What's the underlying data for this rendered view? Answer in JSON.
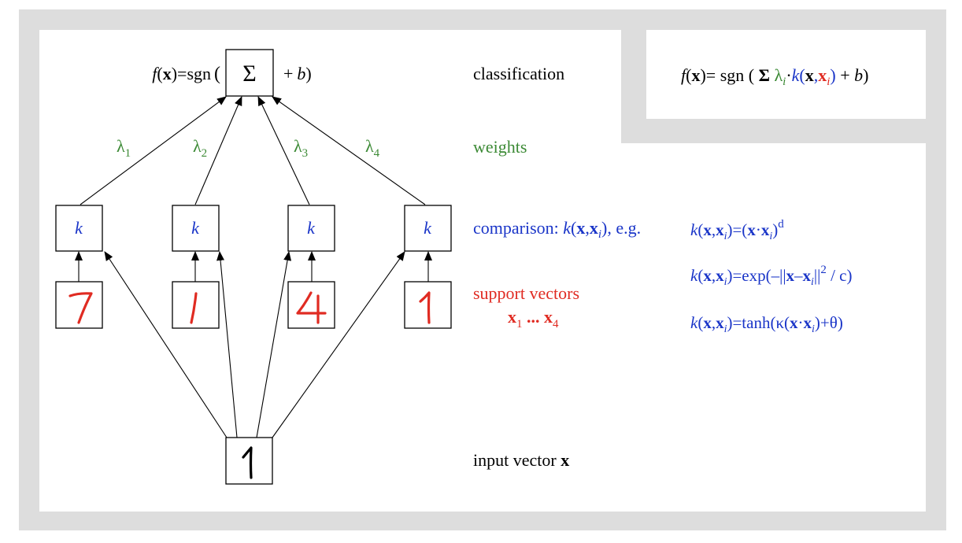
{
  "colors": {
    "background": "#dddddd",
    "panel": "#ffffff",
    "black": "#000000",
    "blue": "#1a35c8",
    "green": "#3c8a35",
    "red": "#e02b22"
  },
  "output_node": {
    "symbol": "Σ",
    "prefix_f": "f",
    "prefix_paren_open": "(",
    "prefix_x": "x",
    "prefix_paren_close": ")",
    "prefix_eq_sgn": "=sgn",
    "prefix_paren": "(",
    "suffix_plus": "+",
    "suffix_b": "b",
    "suffix_paren": ")"
  },
  "weights": [
    {
      "symbol": "λ",
      "sub": "1"
    },
    {
      "symbol": "λ",
      "sub": "2"
    },
    {
      "symbol": "λ",
      "sub": "3"
    },
    {
      "symbol": "λ",
      "sub": "4"
    }
  ],
  "kernel_nodes": [
    {
      "label": "k"
    },
    {
      "label": "k"
    },
    {
      "label": "k"
    },
    {
      "label": "k"
    }
  ],
  "support_vector_digits": [
    "7",
    "1",
    "4",
    "1"
  ],
  "input_digit": "1",
  "labels": {
    "classification": "classification",
    "weights": "weights",
    "comparison_prefix": "comparison: ",
    "comparison_k": "k",
    "comparison_open": "(",
    "comparison_x": "x",
    "comparison_comma": ",",
    "comparison_xi": "x",
    "comparison_i": "i",
    "comparison_close": "), e.g.",
    "support_vectors": "support vectors",
    "support_x1": "x",
    "support_sub1": "1",
    "support_dots": " ... ",
    "support_x4": "x",
    "support_sub4": "4",
    "input_vector": "input vector ",
    "input_x": "x"
  },
  "formula_box": {
    "f": "f",
    "open1": "(",
    "x": "x",
    "close1": ")",
    "eq": "=",
    "sgn": " sgn ( ",
    "sigma": "Σ ",
    "lambda": "λ",
    "lambda_sub": "i",
    "dot": "·",
    "k": "k",
    "open2": "(",
    "x2": "x",
    "comma": ",",
    "xi": "x",
    "xi_sub": "i",
    "close2": ")",
    "plus": " + ",
    "b": "b",
    "close3": ")"
  },
  "kernels": [
    {
      "k": "k",
      "open": "(",
      "x": "x",
      "comma": ",",
      "xi": "x",
      "i": "i",
      "close": ")=(",
      "x2": "x",
      "dot": "·",
      "xi2": "x",
      "i2": "i",
      "close2": ")",
      "sup": "d"
    },
    {
      "k": "k",
      "open": "(",
      "x": "x",
      "comma": ",",
      "xi": "x",
      "i": "i",
      "close": ")=exp(–||",
      "x2": "x",
      "minus": "–",
      "xi2": "x",
      "i2": "i",
      "close2": "||",
      "sup": "2",
      "tail": " / c)"
    },
    {
      "k": "k",
      "open": "(",
      "x": "x",
      "comma": ",",
      "xi": "x",
      "i": "i",
      "close": ")=tanh(κ(",
      "x2": "x",
      "dot": "·",
      "xi2": "x",
      "i2": "i",
      "close2": ")+θ)"
    }
  ]
}
